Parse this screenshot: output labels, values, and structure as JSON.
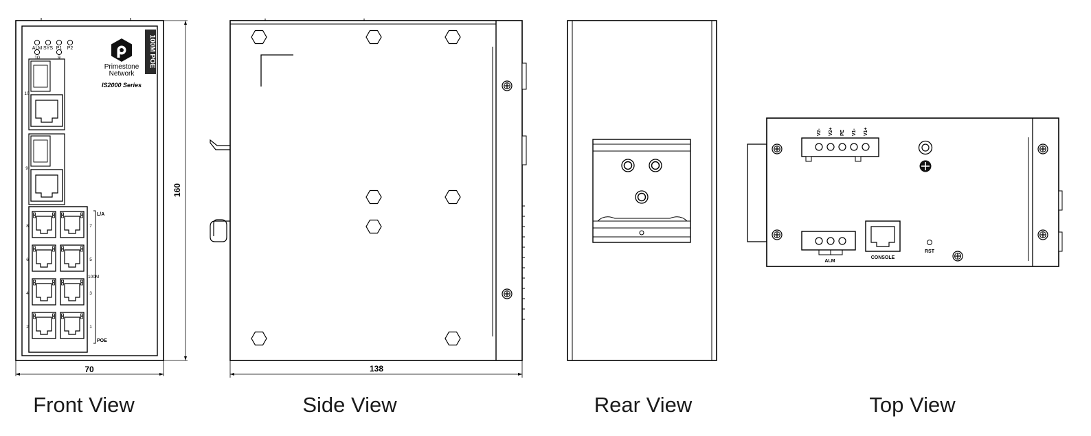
{
  "views": [
    {
      "caption": "Front View"
    },
    {
      "caption": "Side View"
    },
    {
      "caption": "Rear View"
    },
    {
      "caption": "Top View"
    }
  ],
  "dimensions": {
    "front_width": "70",
    "front_height": "160",
    "side_width": "138"
  },
  "front": {
    "brand_line1": "Primestone",
    "brand_line2": "Network",
    "series": "IS2000 Series",
    "badge": "100M  POE",
    "leds": [
      "ALM",
      "SYS",
      "P1",
      "P2"
    ],
    "led_sub": [
      "10",
      "9"
    ],
    "port_labels": {
      "p10": "10",
      "p9": "9",
      "p8": "8",
      "p7": "7",
      "p6": "6",
      "p5": "5",
      "p4": "4",
      "p3": "3",
      "p2": "2",
      "p1": "1"
    },
    "group_la": "L/A",
    "group_100m": "100M",
    "group_poe": "POE"
  },
  "top": {
    "terminal_labels": [
      "V2-",
      "V2+",
      "PE",
      "V1-",
      "V1+"
    ],
    "alm": "ALM",
    "console": "CONSOLE",
    "rst": "RST"
  }
}
